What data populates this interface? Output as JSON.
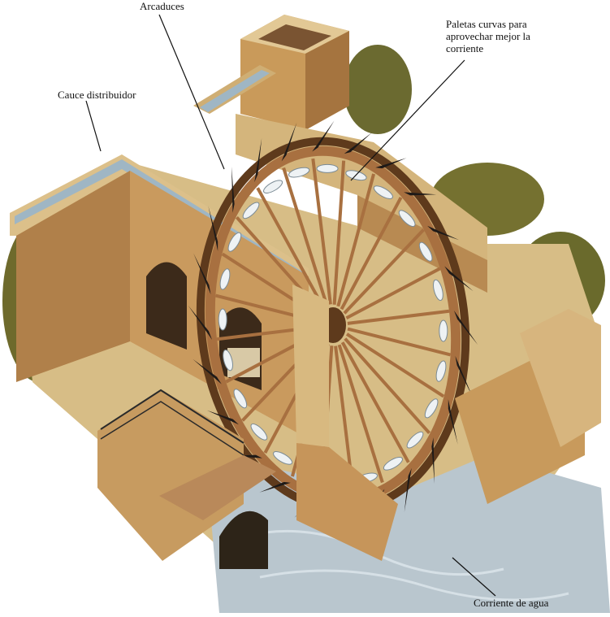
{
  "labels": {
    "arcaduces": "Arcaduces",
    "paletas": "Paletas curvas para\naprovechar mejor la\ncorriente",
    "cauce": "Cauce distribuidor",
    "corriente": "Corriente de agua"
  },
  "colors": {
    "stone_light": "#d9c08a",
    "stone_mid": "#c49a5c",
    "stone_dark": "#8a5a32",
    "wood": "#a87040",
    "wood_dark": "#5e3a1c",
    "paddle": "#1e1a18",
    "water": "#b8c4cc",
    "foliage": "#6e6a2c",
    "channel_water": "#9fb6c4"
  }
}
